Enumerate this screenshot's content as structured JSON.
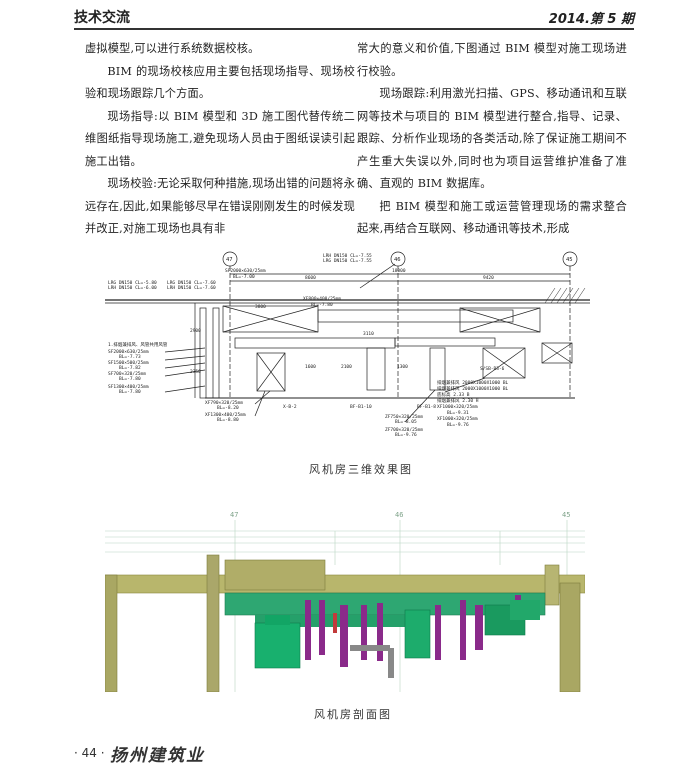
{
  "header": {
    "section": "技术交流",
    "issue": "2014.第 5 期"
  },
  "body": {
    "left_column": [
      "虚拟模型,可以进行系统数据校核。",
      "BIM 的现场校核应用主要包括现场指导、现场校验和现场跟踪几个方面。",
      "现场指导:以 BIM 模型和 3D 施工图代替传统二维图纸指导现场施工,避免现场人员由于图纸误读引起施工出错。",
      "现场校验:无论采取何种措施,现场出错的问题将永远存在,因此,如果能够尽早在错误刚刚发生的时候发现并改正,对施工现场也具有非"
    ],
    "right_column": [
      "常大的意义和价值,下图通过 BIM 模型对施工现场进行校验。",
      "现场跟踪:利用激光扫描、GPS、移动通讯和互联网等技术与项目的 BIM 模型进行整合,指导、记录、跟踪、分析作业现场的各类活动,除了保证施工期间不产生重大失误以外,同时也为项目运营维护准备了准确、直观的 BIM 数据库。",
      "把 BIM 模型和施工或运营管理现场的需求整合起来,再结合互联网、移动通讯等技术,形成"
    ]
  },
  "figure1": {
    "caption": "风机房三维效果图",
    "grid_labels": [
      "47",
      "46",
      "45"
    ],
    "dims": [
      "18000",
      "8600",
      "9420",
      "3800",
      "3110",
      "1600",
      "2100",
      "2900",
      "2350",
      "1300"
    ],
    "labels": {
      "lrg_a": "LRG DN150 CL=-5.80",
      "lrh_a": "LRH DN150 CL=-6.00",
      "lrg_b": "LRG DN150 CL=-7.60",
      "lrh_b": "LRH DN150 CL=-7.60",
      "sf_top": "SF2000×630/25mm",
      "sf_top_bl": "BL=-7.00",
      "lrh_right": "LRH DN150 CL=-7.55",
      "lrg_right": "LRG DN150 CL=-7.55",
      "xf_top": "XF800×400/25mm",
      "xf_top_bl": "BL=-7.80",
      "note": "1.排烟兼排风、风管共用风管",
      "sf1": "SF2000×630/25mm",
      "sf1_bl": "BL=-7.73",
      "sf2": "SF1500×500/25mm",
      "sf2_bl": "BL=-7.82",
      "sf3": "SF700×320/25mm",
      "sf3_bl": "BL=-7.80",
      "sf4": "SF1300×400/25mm",
      "sf4_bl": "BL=-7.80",
      "xf_b1": "XF790×320/25mm",
      "xf_b1_bl": "BL=-8.20",
      "xf_b2": "XF1300×400/25mm",
      "xf_b2_bl": "BL=-8.80",
      "eq_a": "X-B-2",
      "eq_b": "BF-B1-10",
      "eq_c": "BF-B1-8",
      "eq_d": "S/SB-B3-6",
      "zf1": "ZF750×320/25mm",
      "zf1_bl": "BL=-8.05",
      "zf2": "ZF700×320/25mm",
      "zf2_bl": "BL=-9.76",
      "r1": "排烟兼排风 2000X1000X1000 BL",
      "r2": "排烟兼排风 2000X1000X1000 BL",
      "r3": "底标高 2.33 B",
      "r4": "排烟兼排风 2.30 H",
      "r5": "XF1000×320/25mm",
      "r5_bl": "BL=-9.31",
      "r6": "XF1000×320/25mm",
      "r6_bl": "BL=-9.76"
    }
  },
  "figure2": {
    "caption": "风机房剖面图",
    "grid_labels": [
      "47",
      "46",
      "45"
    ]
  },
  "footer": {
    "page": "· 44 ·",
    "brand": "扬州建筑业"
  }
}
